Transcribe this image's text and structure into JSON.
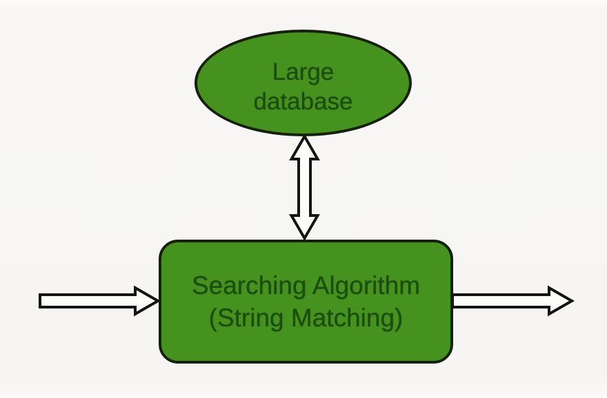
{
  "diagram": {
    "nodes": {
      "database": {
        "shape": "ellipse",
        "line1": "Large",
        "line2": "database"
      },
      "algorithm": {
        "shape": "rounded-rectangle",
        "line1": "Searching Algorithm",
        "line2": "(String Matching)"
      }
    },
    "arrows": {
      "database_link": "double-headed-vertical-arrow",
      "input": "input-arrow-left",
      "output": "output-arrow-right"
    },
    "colors": {
      "background": "#f7f6f4",
      "node_fill": "#45921e",
      "node_border": "#16200c",
      "node_text": "#1b4c11",
      "arrow_fill": "#fcfcfb",
      "arrow_stroke": "#141414"
    }
  }
}
